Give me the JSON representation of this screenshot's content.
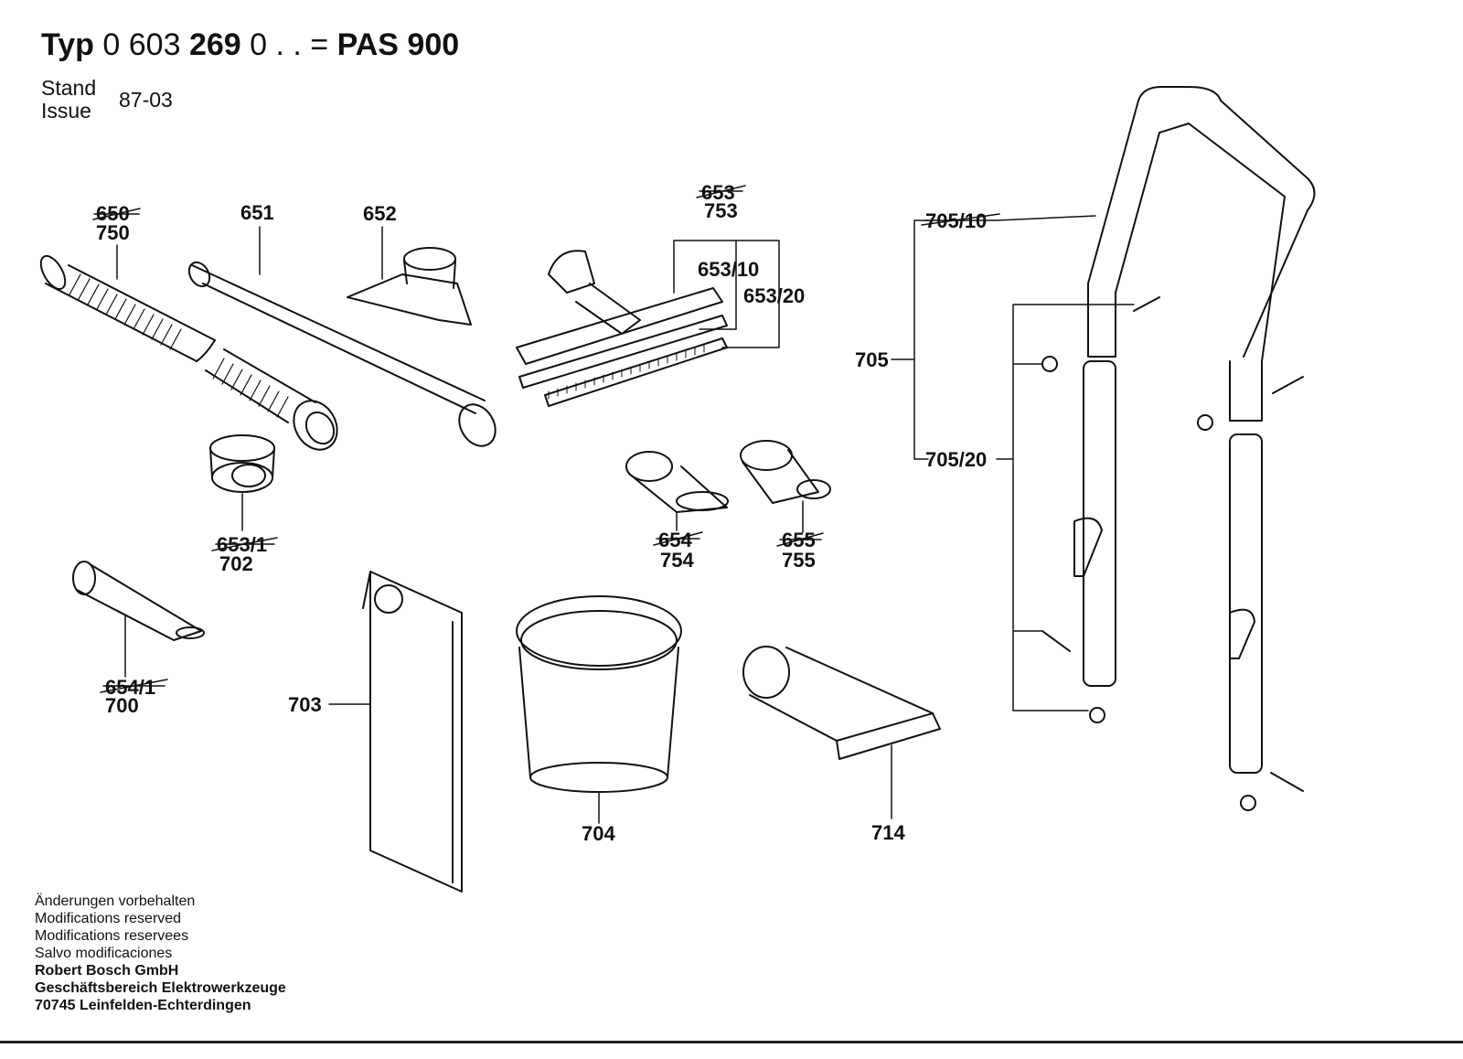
{
  "header": {
    "typ_label": "Typ",
    "type_number_a": "0 603",
    "type_number_b": "269",
    "type_number_c": "0 . .",
    "equals": "=",
    "model": "PAS 900"
  },
  "issue": {
    "label_de": "Stand",
    "label_en": "Issue",
    "value": "87-03"
  },
  "parts": {
    "p650": "650",
    "p750": "750",
    "p651": "651",
    "p652": "652",
    "p653": "653",
    "p753": "753",
    "p653_10": "653/10",
    "p653_20": "653/20",
    "p653_1": "653/1",
    "p702": "702",
    "p654": "654",
    "p754": "754",
    "p655": "655",
    "p755": "755",
    "p654_1": "654/1",
    "p700": "700",
    "p703": "703",
    "p704": "704",
    "p714": "714",
    "p705": "705",
    "p705_10": "705/10",
    "p705_20": "705/20"
  },
  "footer": {
    "lines": [
      "Änderungen vorbehalten",
      "Modifications reserved",
      "Modifications reservees",
      "Salvo modificaciones"
    ],
    "company": "Robert Bosch GmbH",
    "division": "Geschäftsbereich Elektrowerkzeuge",
    "address": "70745 Leinfelden-Echterdingen"
  }
}
